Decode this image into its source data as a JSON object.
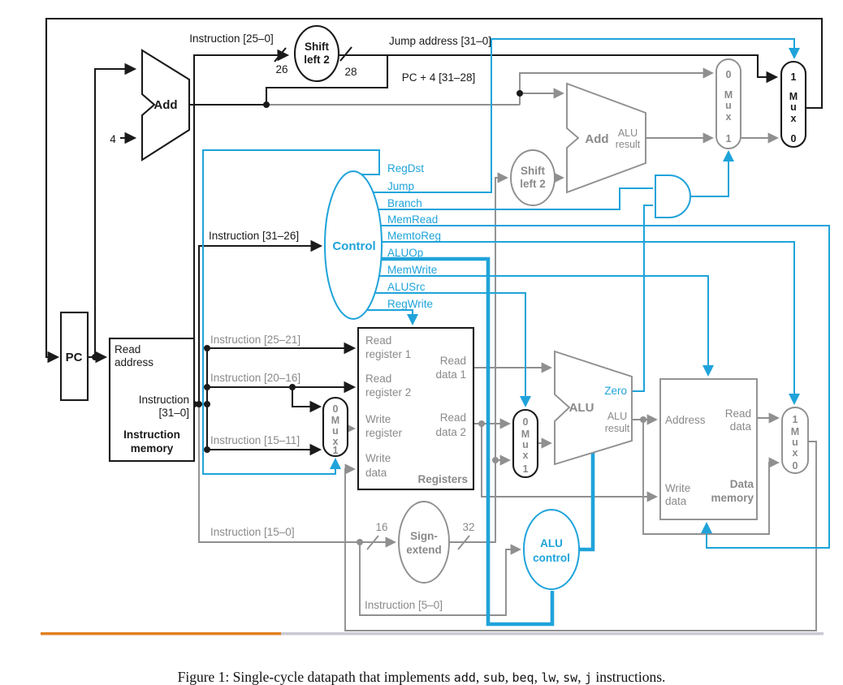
{
  "colors": {
    "blue": "#1FA3DA",
    "gray_wire": "#8F8F8F",
    "gray_text": "#8A8A8A",
    "black": "#1A1A1A",
    "orange": "#E0801F",
    "divider_gray": "#C9C9D2"
  },
  "labels": {
    "instr_25_0": "Instruction [25–0]",
    "jump_addr": "Jump address [31–0]",
    "pc4_31_28": "PC + 4 [31–28]",
    "n26": "26",
    "n28": "28",
    "n16": "16",
    "n32": "32",
    "n4": "4",
    "w_shift": "Shift",
    "w_left2": "left 2",
    "w_add": "Add",
    "w_alu": "ALU",
    "w_result": "result",
    "pc": "PC",
    "w_read": "Read",
    "w_write": "Write",
    "w_data": "data",
    "im_address": "address",
    "w_instruction": "Instruction",
    "im_31_0": "[31–0]",
    "w_memory": "memory",
    "control": "Control",
    "regdst": "RegDst",
    "jump": "Jump",
    "branch": "Branch",
    "memread": "MemRead",
    "memtoreg": "MemtoReg",
    "aluop": "ALUOp",
    "memwrite": "MemWrite",
    "alusrc": "ALUSrc",
    "regwrite": "RegWrite",
    "instr_31_26": "Instruction [31–26]",
    "instr_25_21": "Instruction [25–21]",
    "instr_20_16": "Instruction [20–16]",
    "instr_15_11": "Instruction [15–11]",
    "instr_15_0": "Instruction [15–0]",
    "instr_5_0": "Instruction [5–0]",
    "rr1b": "register 1",
    "rr2b": "register 2",
    "wrb": "register",
    "rd1b": "data 1",
    "rd2b": "data 2",
    "registers": "Registers",
    "sign1": "Sign-",
    "sign2": "extend",
    "zero": "Zero",
    "aluctl1": "ALU",
    "aluctl2": "control",
    "dm_address": "Address",
    "dm_data": "Data",
    "mux_m": "M",
    "mux_u": "u",
    "mux_x": "x",
    "mux_0": "0",
    "mux_1": "1"
  },
  "caption": {
    "segments": [
      {
        "t": "Figure 1: Single-cycle datapath that implements ",
        "mono": false
      },
      {
        "t": "add",
        "mono": true
      },
      {
        "t": ", ",
        "mono": false
      },
      {
        "t": "sub",
        "mono": true
      },
      {
        "t": ", ",
        "mono": false
      },
      {
        "t": "beq",
        "mono": true
      },
      {
        "t": ", ",
        "mono": false
      },
      {
        "t": "lw",
        "mono": true
      },
      {
        "t": ", ",
        "mono": false
      },
      {
        "t": "sw",
        "mono": true
      },
      {
        "t": ", ",
        "mono": false
      },
      {
        "t": "j",
        "mono": true
      },
      {
        "t": " instructions.",
        "mono": false
      }
    ]
  }
}
